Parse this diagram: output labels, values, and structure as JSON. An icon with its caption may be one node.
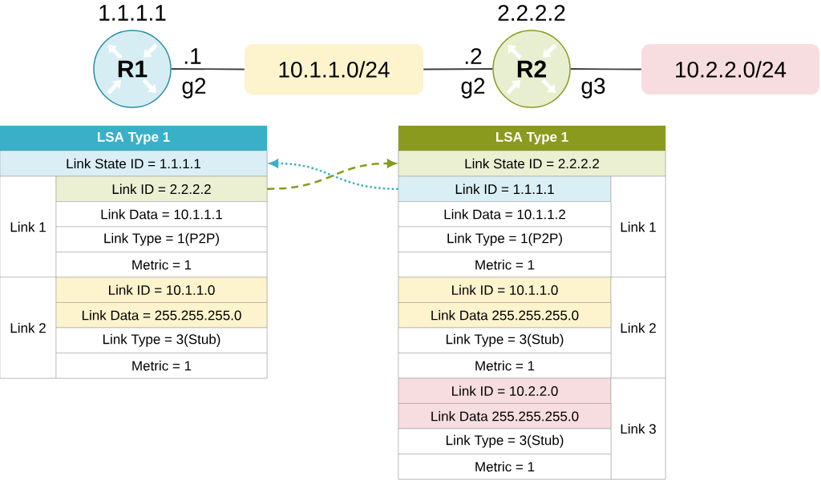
{
  "diagram": {
    "nodes": [
      {
        "text": [
          "R1"
        ],
        "beside": [
          "1.1.1.1"
        ]
      },
      {
        "text": [
          "10.1.1.0/24"
        ]
      },
      {
        "text": [
          "R2"
        ],
        "beside": [
          "2.2.2.2"
        ]
      },
      {
        "text": [
          "10.2.2.0/24"
        ]
      },
      {
        "text": [
          "LSA Type 1"
        ]
      },
      {
        "text": [
          "Link State ID = 1.1.1.1"
        ],
        "in": 4
      },
      {
        "text": [
          "Link 1"
        ],
        "in": 4
      },
      {
        "text": [
          "Link ID = 2.2.2.2"
        ],
        "in": 4
      },
      {
        "text": [
          "Link Data = 10.1.1.1"
        ],
        "in": 4
      },
      {
        "text": [
          "Link Type = 1(P2P)"
        ],
        "in": 4
      },
      {
        "text": [
          "Metric = 1"
        ],
        "in": 4
      },
      {
        "text": [
          "Link 2"
        ],
        "in": 4
      },
      {
        "text": [
          "Link ID = 10.1.1.0"
        ],
        "in": 4
      },
      {
        "text": [
          "Link Data = 255.255.255.0"
        ],
        "in": 4
      },
      {
        "text": [
          "Link Type = 3(Stub)"
        ],
        "in": 4
      },
      {
        "text": [
          "Metric = 1"
        ],
        "in": 4
      },
      {
        "text": [
          "LSA Type 1"
        ]
      },
      {
        "text": [
          "Link State ID = 2.2.2.2"
        ],
        "in": 16
      },
      {
        "text": [
          "Link ID = 1.1.1.1"
        ],
        "in": 16
      },
      {
        "text": [
          "Link 1"
        ],
        "in": 16
      },
      {
        "text": [
          "Link Data = 10.1.1.2"
        ],
        "in": 16
      },
      {
        "text": [
          "Link Type = 1(P2P)"
        ],
        "in": 16
      },
      {
        "text": [
          "Metric = 1"
        ],
        "in": 16
      },
      {
        "text": [
          "Link ID = 10.1.1.0"
        ],
        "in": 16
      },
      {
        "text": [
          "Link 2"
        ],
        "in": 16
      },
      {
        "text": [
          "Link Data 255.255.255.0"
        ],
        "in": 16
      },
      {
        "text": [
          "Link Type = 3(Stub)"
        ],
        "in": 16
      },
      {
        "text": [
          "Metric = 1"
        ],
        "in": 16
      },
      {
        "text": [
          "Link ID = 10.2.2.0"
        ],
        "in": 16
      },
      {
        "text": [
          "Link 3"
        ],
        "in": 16
      },
      {
        "text": [
          "Link Data 255.255.255.0"
        ],
        "in": 16
      },
      {
        "text": [
          "Link Type = 3(Stub)"
        ],
        "in": 16
      },
      {
        "text": [
          "Metric = 1"
        ],
        "in": 16
      }
    ],
    "edges": [
      {
        "from": 0,
        "to": 1,
        "arrow": "none"
      },
      {
        "from": 1,
        "to": 2,
        "arrow": "none"
      },
      {
        "from": 2,
        "to": 3,
        "arrow": "none"
      },
      {
        "from": 7,
        "to": 17,
        "arrow": "to",
        "style": "dashed",
        "color": "#8a9a1e"
      },
      {
        "from": 18,
        "to": 5,
        "arrow": "to",
        "style": "dashed",
        "color": "#3ab0c8"
      }
    ],
    "labels": [
      ".1",
      "g2",
      ".2",
      "g2",
      "g3"
    ]
  }
}
